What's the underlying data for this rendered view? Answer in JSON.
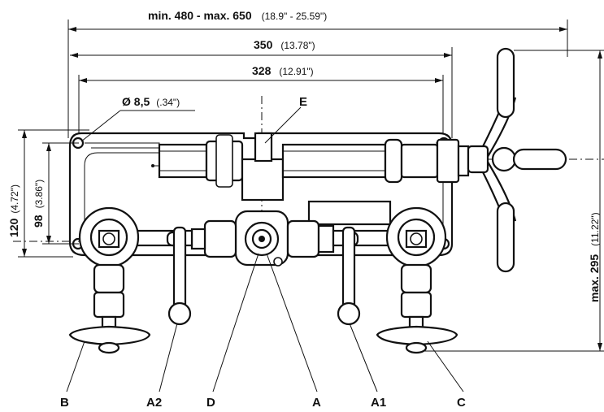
{
  "dimensions": {
    "overall_width": {
      "main": "min. 480 - max. 650",
      "sub": "(18.9\" - 25.59\")"
    },
    "length_350": {
      "main": "350",
      "sub": "(13.78\")"
    },
    "length_328": {
      "main": "328",
      "sub": "(12.91\")"
    },
    "hole_diameter": {
      "main": "Ø 8,5",
      "sub": "(.34\")"
    },
    "height_120": {
      "main": "120",
      "sub": "(4.72\")"
    },
    "height_98": {
      "main": "98",
      "sub": "(3.86\")"
    },
    "height_295": {
      "main": "max. 295",
      "sub": "(11.22\")"
    }
  },
  "labels": {
    "E": "E",
    "B": "B",
    "A2": "A2",
    "D": "D",
    "A": "A",
    "A1": "A1",
    "C": "C"
  }
}
